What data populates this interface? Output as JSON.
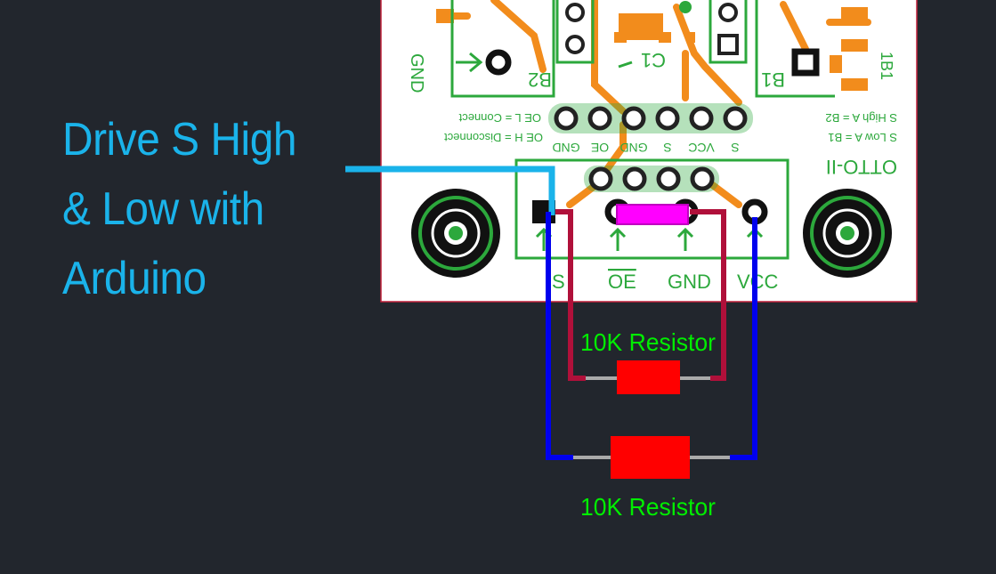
{
  "caption": {
    "line1": "Drive S High",
    "line2": "& Low with",
    "line3": "Arduino"
  },
  "board": {
    "bottom_pins": [
      "S",
      "OE",
      "GND",
      "VCC"
    ],
    "header_pins": [
      "GND",
      "OE",
      "GND",
      "S",
      "VCC",
      "S"
    ],
    "silk_left": "GND",
    "silk_b1": "B1",
    "silk_b2": "B2",
    "silk_c1": "C1",
    "silk_1b1": "1B1",
    "silk_otto": "OTTO-II",
    "note_oe_line1": "OE L = Connect",
    "note_oe_line2": "OE H = Disconnect",
    "note_s_line1": "S High  A = B2",
    "note_s_line2": "S Low  A = B1"
  },
  "resistors": {
    "top_label": "10K Resistor",
    "bottom_label": "10K Resistor"
  },
  "colors": {
    "background": "#22262d",
    "caption": "#1ab3ea",
    "wire_blue": "#0000ee",
    "wire_red": "#b0103a",
    "resistor": "#ff0000",
    "label": "#00ee00",
    "jumper": "#ff00ff",
    "pcb_silk": "#2ca83c",
    "pcb_trace": "#f28c1c"
  }
}
